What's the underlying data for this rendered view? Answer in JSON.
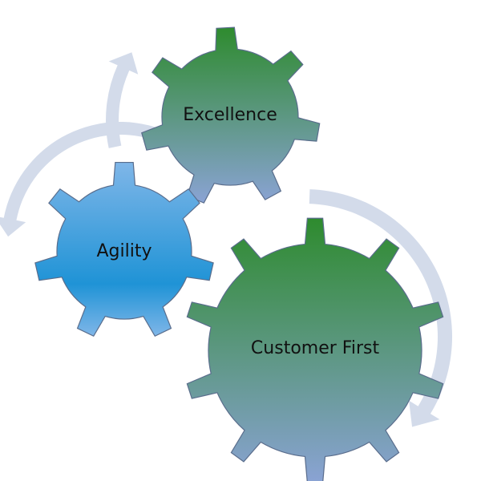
{
  "gears": [
    {
      "key": "excellence",
      "label": "Excellence",
      "fill_top": "#2e8b2e",
      "fill_bottom": "#8aa3d4"
    },
    {
      "key": "agility",
      "label": "Agility",
      "fill_top": "#7fb6e8",
      "fill_bottom": "#1f93d6"
    },
    {
      "key": "customer_first",
      "label": "Customer First",
      "fill_top": "#2e8b2e",
      "fill_bottom": "#8aa3d4"
    }
  ],
  "arrow_color": "#d3dbea"
}
